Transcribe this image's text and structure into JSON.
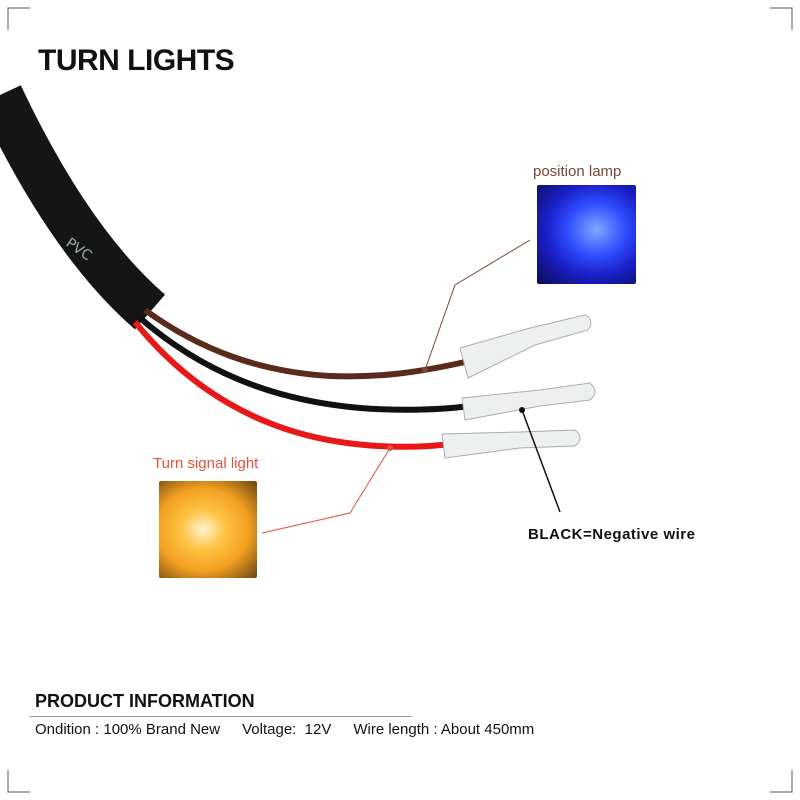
{
  "title": "TURN LIGHTS",
  "labels": {
    "position_lamp": "position lamp",
    "turn_signal": "Turn signal light",
    "black_wire": "BLACK=Negative wire"
  },
  "cable_print": "PVC",
  "product_info": {
    "heading": "PRODUCT INFORMATION",
    "condition": "Ondition : 100% Brand New",
    "voltage": "Voltage:  12V",
    "wire_length": "Wire length : About 450mm"
  },
  "colors": {
    "position_lamp": "#2f4cff",
    "turn_signal": "#f2a020",
    "brown_wire": "#5a2a1a",
    "red_wire": "#e81818",
    "black_wire": "#111111"
  }
}
